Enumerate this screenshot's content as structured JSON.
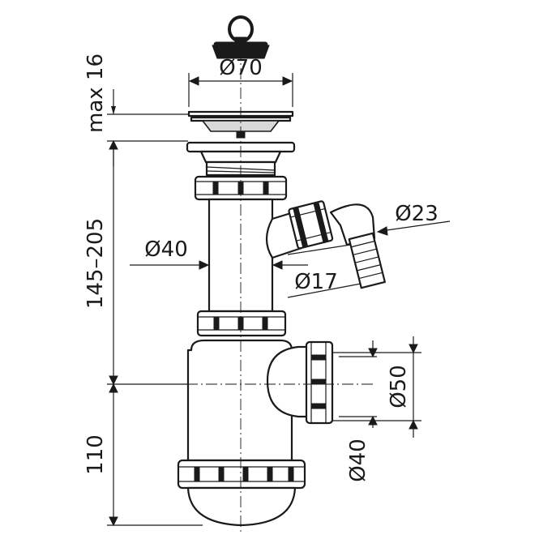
{
  "dimensions": {
    "stopper_diameter": "Ø70",
    "max_gap": "max 16",
    "tube_height": "145–205",
    "tube_diameter": "Ø40",
    "side_inlet_diameter": "Ø23",
    "hose_inner_diameter": "Ø17",
    "trap_height": "110",
    "outlet_outer_diameter": "Ø50",
    "outlet_inner_diameter": "Ø40"
  }
}
